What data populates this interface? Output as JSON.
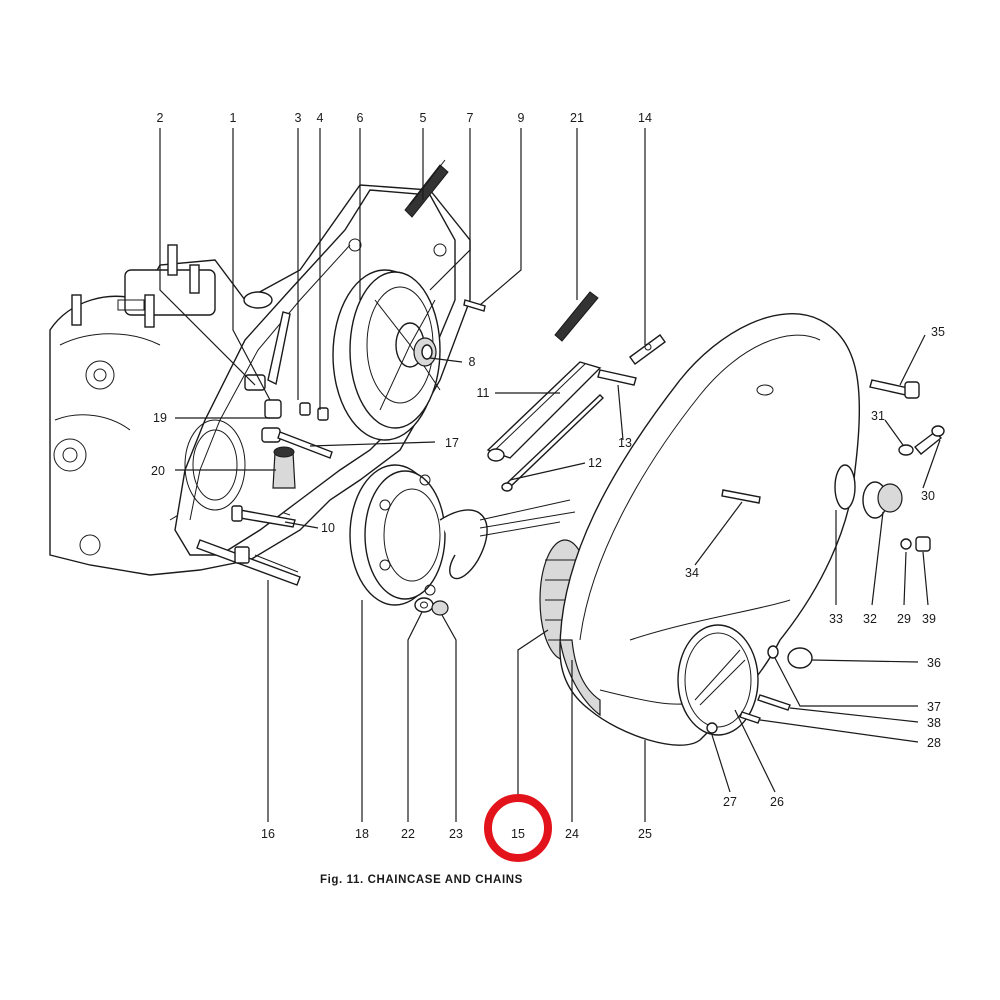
{
  "figure": {
    "caption": "Fig. 11.  CHAINCASE AND CHAINS",
    "highlight_color": "#e3131b",
    "highlighted_label": "15",
    "labels": [
      {
        "id": "2",
        "text": "2"
      },
      {
        "id": "1",
        "text": "1"
      },
      {
        "id": "3",
        "text": "3"
      },
      {
        "id": "4",
        "text": "4"
      },
      {
        "id": "6",
        "text": "6"
      },
      {
        "id": "5",
        "text": "5"
      },
      {
        "id": "7",
        "text": "7"
      },
      {
        "id": "9",
        "text": "9"
      },
      {
        "id": "21",
        "text": "21"
      },
      {
        "id": "14",
        "text": "14"
      },
      {
        "id": "35",
        "text": "35"
      },
      {
        "id": "8",
        "text": "8"
      },
      {
        "id": "11",
        "text": "11"
      },
      {
        "id": "19",
        "text": "19"
      },
      {
        "id": "17",
        "text": "17"
      },
      {
        "id": "13",
        "text": "13"
      },
      {
        "id": "31",
        "text": "31"
      },
      {
        "id": "20",
        "text": "20"
      },
      {
        "id": "12",
        "text": "12"
      },
      {
        "id": "30",
        "text": "30"
      },
      {
        "id": "10",
        "text": "10"
      },
      {
        "id": "34",
        "text": "34"
      },
      {
        "id": "33",
        "text": "33"
      },
      {
        "id": "32",
        "text": "32"
      },
      {
        "id": "29",
        "text": "29"
      },
      {
        "id": "39",
        "text": "39"
      },
      {
        "id": "36",
        "text": "36"
      },
      {
        "id": "37",
        "text": "37"
      },
      {
        "id": "38",
        "text": "38"
      },
      {
        "id": "28",
        "text": "28"
      },
      {
        "id": "27",
        "text": "27"
      },
      {
        "id": "26",
        "text": "26"
      },
      {
        "id": "16",
        "text": "16"
      },
      {
        "id": "18",
        "text": "18"
      },
      {
        "id": "22",
        "text": "22"
      },
      {
        "id": "23",
        "text": "23"
      },
      {
        "id": "15",
        "text": "15"
      },
      {
        "id": "24",
        "text": "24"
      },
      {
        "id": "25",
        "text": "25"
      }
    ]
  }
}
